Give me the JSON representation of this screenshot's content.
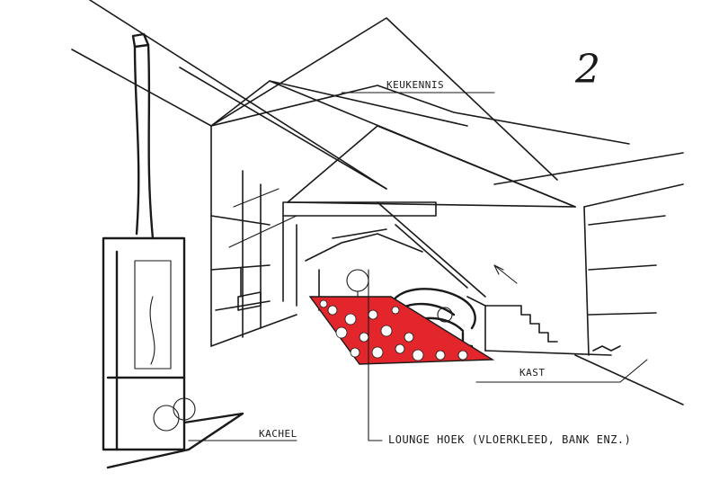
{
  "sketch": {
    "number": "2",
    "labels": {
      "keukenniş": "KEUKENNIS",
      "kachel": "KACHEL",
      "kast": "KAST",
      "lounge": "LOUNGE HOEK (VLOERKLEED, BANK ENZ.)"
    },
    "colors": {
      "ink": "#1a1a1a",
      "rug": "#e3262b",
      "paper": "#ffffff"
    }
  }
}
